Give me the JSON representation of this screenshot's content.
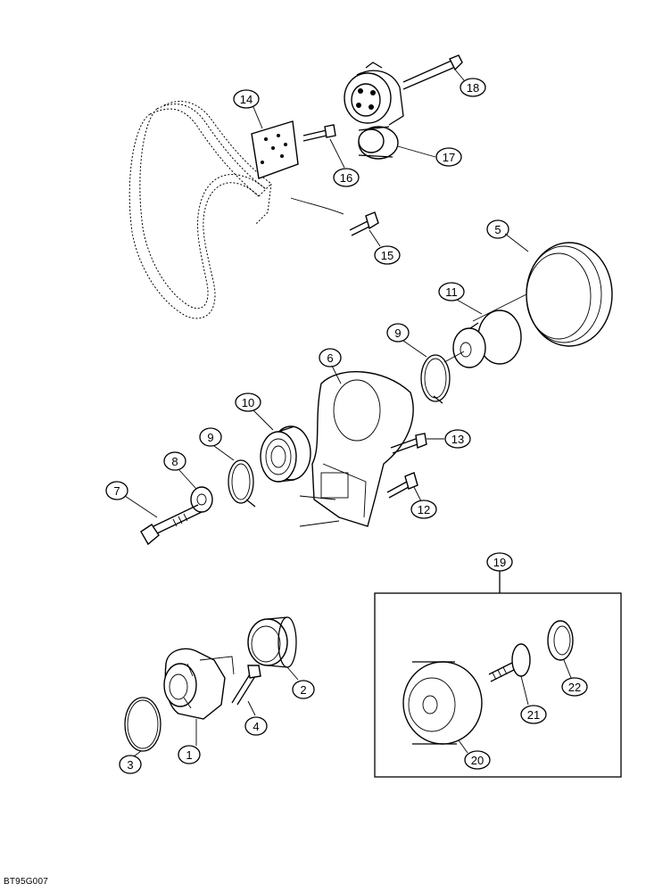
{
  "document": {
    "reference_code": "BT95G007"
  },
  "callouts": [
    {
      "id": "c1",
      "label": "1"
    },
    {
      "id": "c2",
      "label": "2"
    },
    {
      "id": "c3",
      "label": "3"
    },
    {
      "id": "c4",
      "label": "4"
    },
    {
      "id": "c5",
      "label": "5"
    },
    {
      "id": "c6",
      "label": "6"
    },
    {
      "id": "c7",
      "label": "7"
    },
    {
      "id": "c8",
      "label": "8"
    },
    {
      "id": "c9a",
      "label": "9"
    },
    {
      "id": "c9b",
      "label": "9"
    },
    {
      "id": "c10",
      "label": "10"
    },
    {
      "id": "c11",
      "label": "11"
    },
    {
      "id": "c12",
      "label": "12"
    },
    {
      "id": "c13",
      "label": "13"
    },
    {
      "id": "c14",
      "label": "14"
    },
    {
      "id": "c15",
      "label": "15"
    },
    {
      "id": "c16",
      "label": "16"
    },
    {
      "id": "c17",
      "label": "17"
    },
    {
      "id": "c18",
      "label": "18"
    },
    {
      "id": "c19",
      "label": "19"
    },
    {
      "id": "c20",
      "label": "20"
    },
    {
      "id": "c21",
      "label": "21"
    },
    {
      "id": "c22",
      "label": "22"
    }
  ]
}
